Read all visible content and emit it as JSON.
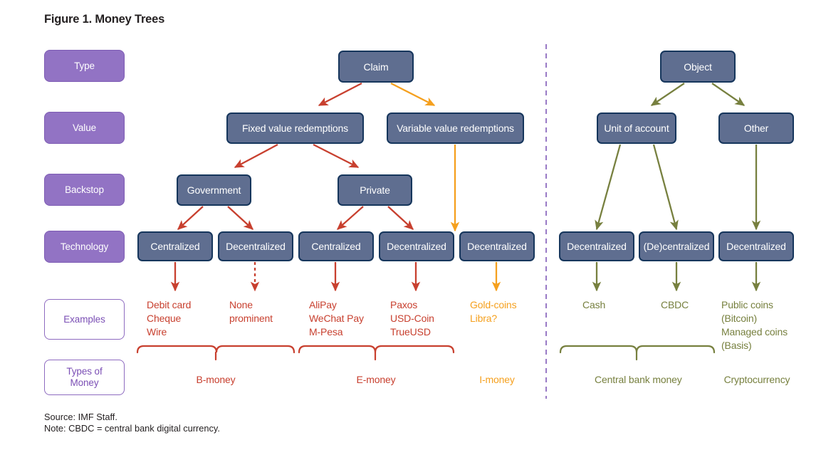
{
  "figure": {
    "title": "Figure 1. Money Trees",
    "source": "Source: IMF Staff.",
    "note": "Note: CBDC = central bank digital currency."
  },
  "colors": {
    "node_fill": "#5f6e90",
    "node_border": "#16365c",
    "row_label_fill": "#9273c4",
    "row_label_outline_text": "#7b4fb5",
    "claim_branch_red": "#c8402f",
    "imoney_orange": "#f5a01e",
    "object_branch_green": "#77803f",
    "divider_purple": "#8e6bc0"
  },
  "row_labels": [
    {
      "id": "type",
      "label": "Type",
      "style": "filled"
    },
    {
      "id": "value",
      "label": "Value",
      "style": "filled"
    },
    {
      "id": "backstop",
      "label": "Backstop",
      "style": "filled"
    },
    {
      "id": "technology",
      "label": "Technology",
      "style": "filled"
    },
    {
      "id": "examples",
      "label": "Examples",
      "style": "outline"
    },
    {
      "id": "types",
      "label": "Types of\nMoney",
      "style": "outline"
    }
  ],
  "claim_tree": {
    "root": "Claim",
    "value_row": [
      "Fixed value redemptions",
      "Variable value redemptions"
    ],
    "backstop_row": [
      "Government",
      "Private"
    ],
    "technology_row": [
      "Centralized",
      "Decentralized",
      "Centralized",
      "Decentralized",
      "Decentralized"
    ],
    "examples": [
      "Debit card\nCheque\nWire",
      "None\nprominent",
      "AliPay\nWeChat Pay\nM-Pesa",
      "Paxos\nUSD-Coin\nTrueUSD",
      "Gold-coins\nLibra?"
    ],
    "categories": [
      "B-money",
      "E-money",
      "I-money"
    ]
  },
  "object_tree": {
    "root": "Object",
    "value_row": [
      "Unit of account",
      "Other"
    ],
    "technology_row": [
      "Decentralized",
      "(De)centralized",
      "Decentralized"
    ],
    "examples": [
      "Cash",
      "CBDC",
      "Public coins\n(Bitcoin)\nManaged coins\n(Basis)"
    ],
    "categories": [
      "Central bank money",
      "Cryptocurrency"
    ]
  }
}
